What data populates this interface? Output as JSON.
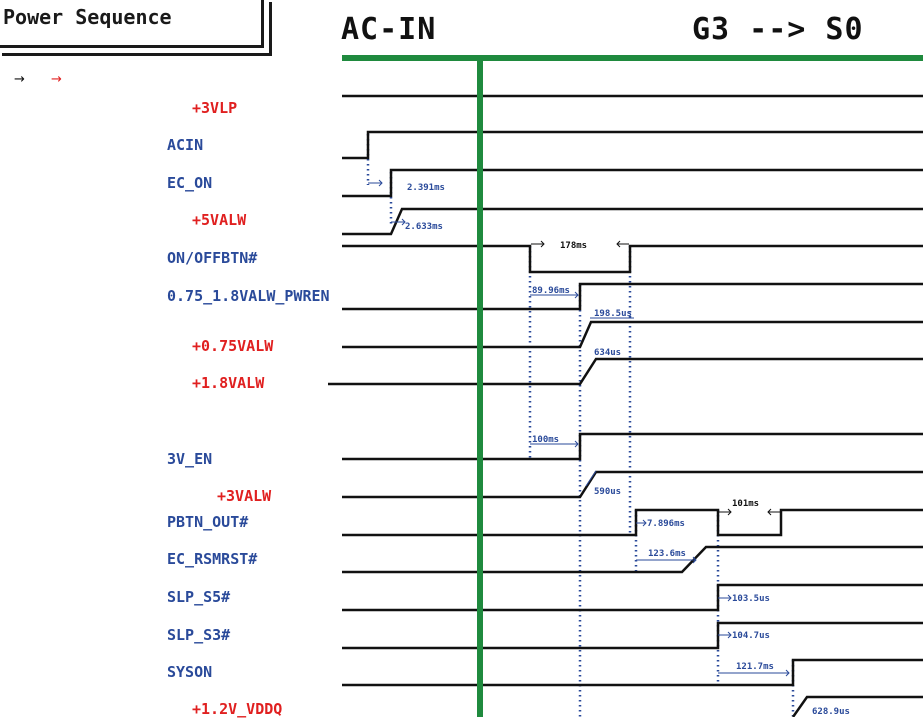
{
  "title": "Power Sequence",
  "header_left": "AC-IN",
  "header_right": "G3 --> S0",
  "arrows": [
    "→",
    "→"
  ],
  "colors": {
    "rail": "#e02020",
    "control": "#2a4a9a",
    "trace": "#111111",
    "marker": "#1f8a3e",
    "guide": "#2a4a9a"
  },
  "signals": [
    {
      "id": "3vlp",
      "label": "+3VLP",
      "kind": "rail"
    },
    {
      "id": "acin",
      "label": "ACIN",
      "kind": "control"
    },
    {
      "id": "ec-on",
      "label": "EC_ON",
      "kind": "control"
    },
    {
      "id": "5valw",
      "label": "+5VALW",
      "kind": "rail"
    },
    {
      "id": "onoffbtn",
      "label": "ON/OFFBTN#",
      "kind": "control"
    },
    {
      "id": "pwren",
      "label": "0.75_1.8VALW_PWREN",
      "kind": "control"
    },
    {
      "id": "075valw",
      "label": "+0.75VALW",
      "kind": "rail"
    },
    {
      "id": "18valw",
      "label": "+1.8VALW",
      "kind": "rail"
    },
    {
      "id": "3v-en",
      "label": "3V_EN",
      "kind": "control"
    },
    {
      "id": "3valw",
      "label": "+3VALW",
      "kind": "rail"
    },
    {
      "id": "pbtn-out",
      "label": "PBTN_OUT#",
      "kind": "control"
    },
    {
      "id": "ec-rsmrst",
      "label": "EC_RSMRST#",
      "kind": "control"
    },
    {
      "id": "slp-s5",
      "label": "SLP_S5#",
      "kind": "control"
    },
    {
      "id": "slp-s3",
      "label": "SLP_S3#",
      "kind": "control"
    },
    {
      "id": "syson",
      "label": "SYSON",
      "kind": "control"
    },
    {
      "id": "12v-vddq",
      "label": "+1.2V_VDDQ",
      "kind": "rail"
    }
  ],
  "timings": [
    {
      "id": "acin-econ",
      "label": "2.391ms"
    },
    {
      "id": "econ-5valw",
      "label": "2.633ms"
    },
    {
      "id": "onoff-pulse",
      "label": "178ms"
    },
    {
      "id": "onoff-pwren",
      "label": "89.96ms"
    },
    {
      "id": "pwren-075",
      "label": "198.5us"
    },
    {
      "id": "pwren-18",
      "label": "634us"
    },
    {
      "id": "onoff-3ven",
      "label": "100ms"
    },
    {
      "id": "3ven-3valw",
      "label": "590us"
    },
    {
      "id": "pbtn-delay",
      "label": "7.896ms"
    },
    {
      "id": "pbtn-pulse",
      "label": "101ms"
    },
    {
      "id": "rsmrst-delay",
      "label": "123.6ms"
    },
    {
      "id": "slps5-delay",
      "label": "103.5us"
    },
    {
      "id": "slps3-delay",
      "label": "104.7us"
    },
    {
      "id": "syson-delay",
      "label": "121.7ms"
    },
    {
      "id": "vddq-delay",
      "label": "628.9us"
    }
  ]
}
